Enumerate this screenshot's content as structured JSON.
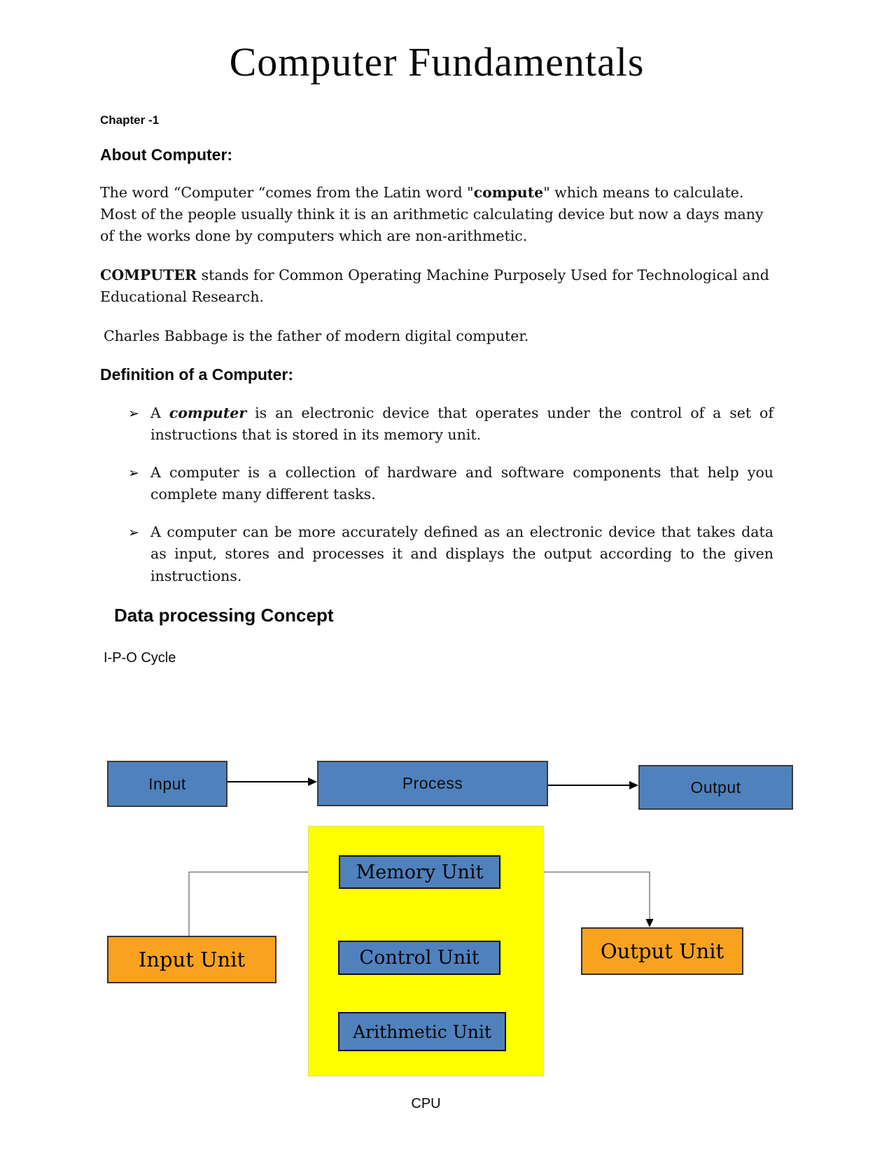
{
  "page": {
    "title": "Computer Fundamentals",
    "chapter": "Chapter -1",
    "about_heading": "About Computer:",
    "para1": {
      "segments": [
        {
          "t": "The word “Computer “comes from the Latin word \""
        },
        {
          "t": "compute",
          "b": true
        },
        {
          "t": "\" which means to calculate. Most of the people usually think it is an arithmetic calculating device but now a days many of the works done by computers which are non-arithmetic."
        }
      ]
    },
    "para2": {
      "segments": [
        {
          "t": "COMPUTER",
          "b": true
        },
        {
          "t": " stands for Common Operating Machine Purposely Used for Technological and Educational Research."
        }
      ]
    },
    "para3": "Charles Babbage is the father of modern digital computer.",
    "definition_heading": "Definition of a Computer:",
    "bullet_marker": "➢",
    "bullets": [
      {
        "segments": [
          {
            "t": "A "
          },
          {
            "t": "computer",
            "b": true,
            "i": true
          },
          {
            "t": " is an electronic device that operates under the control of a set of instructions that is stored in its memory unit."
          }
        ]
      },
      {
        "segments": [
          {
            "t": "A computer is a collection of hardware and software components that help you complete many different tasks."
          }
        ]
      },
      {
        "segments": [
          {
            "t": "A computer can be more accurately defined as an electronic device that takes data as input, stores and processes it and displays the output according to the given instructions."
          }
        ]
      }
    ],
    "concept_heading": "Data processing Concept",
    "ipo_cycle_label": "I-P-O Cycle",
    "diagram": {
      "ipo_boxes": {
        "input": "Input",
        "process": "Process",
        "output": "Output"
      },
      "units": {
        "memory": "Memory Unit",
        "control": "Control Unit",
        "arithmetic": "Arithmetic Unit",
        "input_unit": "Input Unit",
        "output_unit": "Output Unit"
      },
      "cpu_label": "CPU",
      "colors": {
        "box_blue": "#4f81bd",
        "box_orange": "#f9a21e",
        "cpu_background_yellow": "#ffff00",
        "connector_gray": "#808080",
        "arrow_black": "#000000"
      }
    }
  }
}
